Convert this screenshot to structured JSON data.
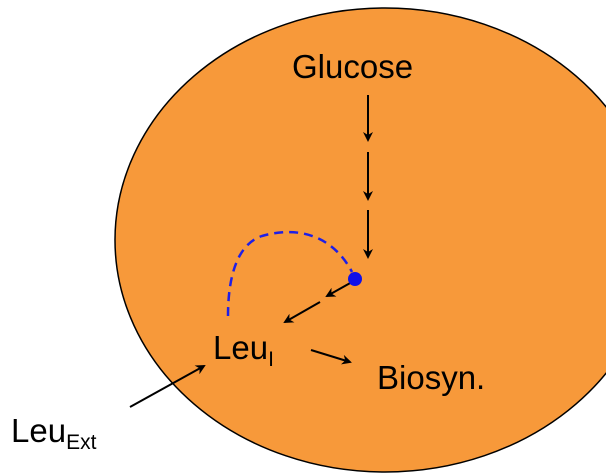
{
  "labels": {
    "glucose": "Glucose",
    "leu_internal": "Leu",
    "leu_internal_sub": "I",
    "biosyn": "Biosyn.",
    "leu_external": "Leu",
    "leu_external_sub": "Ext"
  },
  "colors": {
    "cell_fill": "#F7993A",
    "cell_stroke": "#000000",
    "feedback_line": "#1F1FE6",
    "branch_point": "#1010E8",
    "arrow": "#000000"
  }
}
